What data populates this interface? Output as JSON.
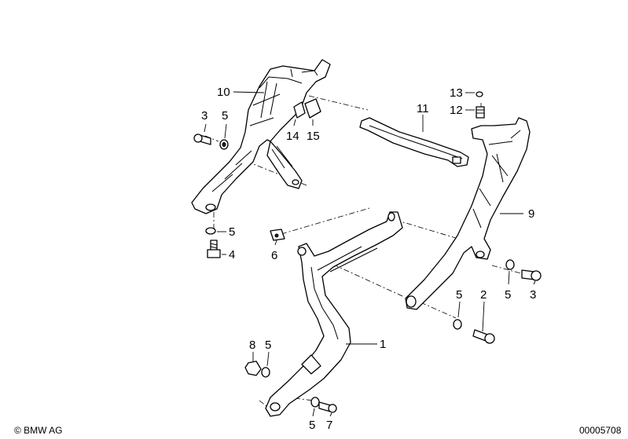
{
  "diagram": {
    "callouts": {
      "c1": "1",
      "c2": "2",
      "c3a": "3",
      "c3b": "3",
      "c4": "4",
      "c5a": "5",
      "c5b": "5",
      "c5c": "5",
      "c5d": "5",
      "c5e": "5",
      "c5f": "5",
      "c6": "6",
      "c7": "7",
      "c8": "8",
      "c9": "9",
      "c10": "10",
      "c11": "11",
      "c12": "12",
      "c13": "13",
      "c14": "14",
      "c15": "15"
    }
  },
  "footer": {
    "copyright": "© BMW AG",
    "image_number": "00005708"
  }
}
